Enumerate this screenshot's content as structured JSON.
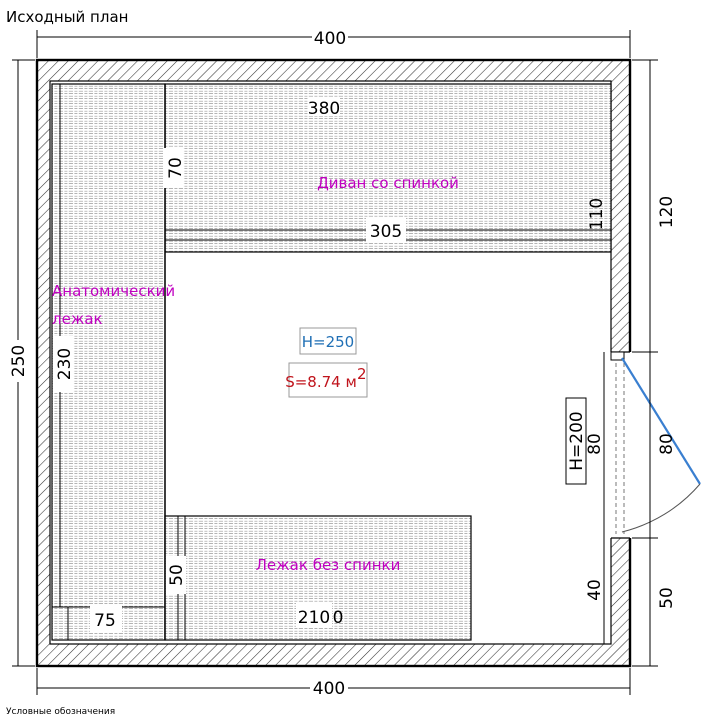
{
  "title": "Исходный план",
  "legend": "Условные обозначения",
  "dimensions": {
    "top_width": "400",
    "bottom_width": "400",
    "left_height": "250",
    "right_120": "120",
    "right_80": "80",
    "right_50": "50",
    "inner_380": "380",
    "inner_305": "305",
    "inner_110": "110",
    "inner_70": "70",
    "inner_230": "230",
    "inner_50": "50",
    "inner_75": "75",
    "inner_210": "210",
    "inner_0": "0",
    "door_80": "80",
    "door_40": "40"
  },
  "labels": {
    "sofa_back": "Диван со спинкой",
    "anatomic_line1": "Анатомический",
    "anatomic_line2": "лежак",
    "lounger_no_back": "Лежак без спинки",
    "ceiling_height": "H=250",
    "area": "S=8.74 м",
    "area_sup": "2",
    "door_height": "H=200"
  },
  "colors": {
    "zone_label": "#c000c0",
    "height_label": "#1f6fb5",
    "area_label": "#c0141c",
    "door_swing": "#3a7fd0"
  }
}
